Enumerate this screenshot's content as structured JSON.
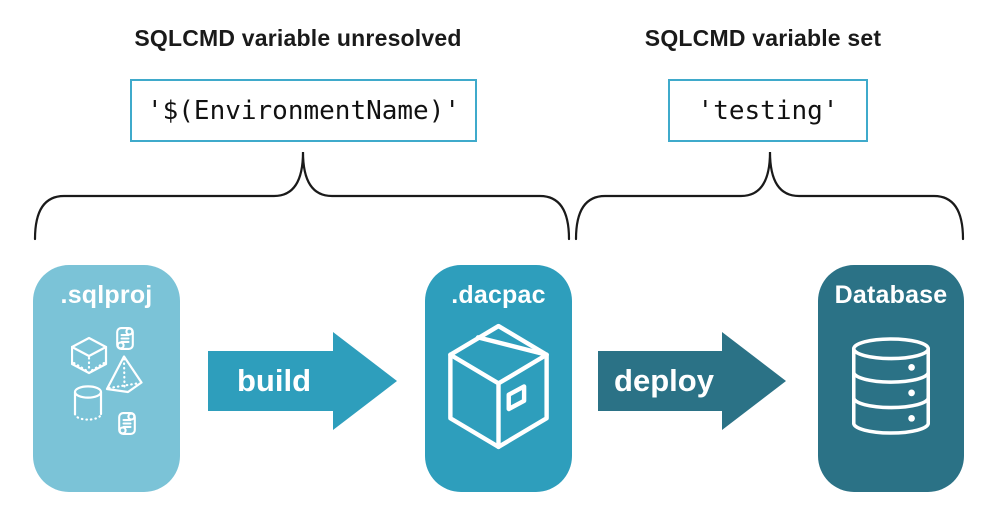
{
  "colors": {
    "sqlproj_box": "#7bc3d7",
    "dacpac_box": "#2e9ebc",
    "database_box": "#2b7286",
    "build_arrow": "#2e9ebc",
    "deploy_arrow": "#2b7286",
    "value_box_border": "#3faacb",
    "heading_text": "#1a1a1a",
    "brace": "#1a1a1a",
    "code_text": "#111111",
    "icon_stroke": "#ffffff"
  },
  "left_annotation": {
    "heading": "SQLCMD variable unresolved",
    "value": "'$(EnvironmentName)'"
  },
  "right_annotation": {
    "heading": "SQLCMD variable set",
    "value": "'testing'"
  },
  "stages": {
    "sqlproj": {
      "label": ".sqlproj",
      "icons": [
        "scroll-icon",
        "cube-icon",
        "pyramid-icon",
        "cylinder-icon",
        "scroll-icon"
      ]
    },
    "dacpac": {
      "label": ".dacpac",
      "icons": [
        "package-box-icon"
      ]
    },
    "database": {
      "label": "Database",
      "icons": [
        "database-cylinder-icon"
      ]
    }
  },
  "arrows": {
    "build": {
      "label": "build"
    },
    "deploy": {
      "label": "deploy"
    }
  }
}
